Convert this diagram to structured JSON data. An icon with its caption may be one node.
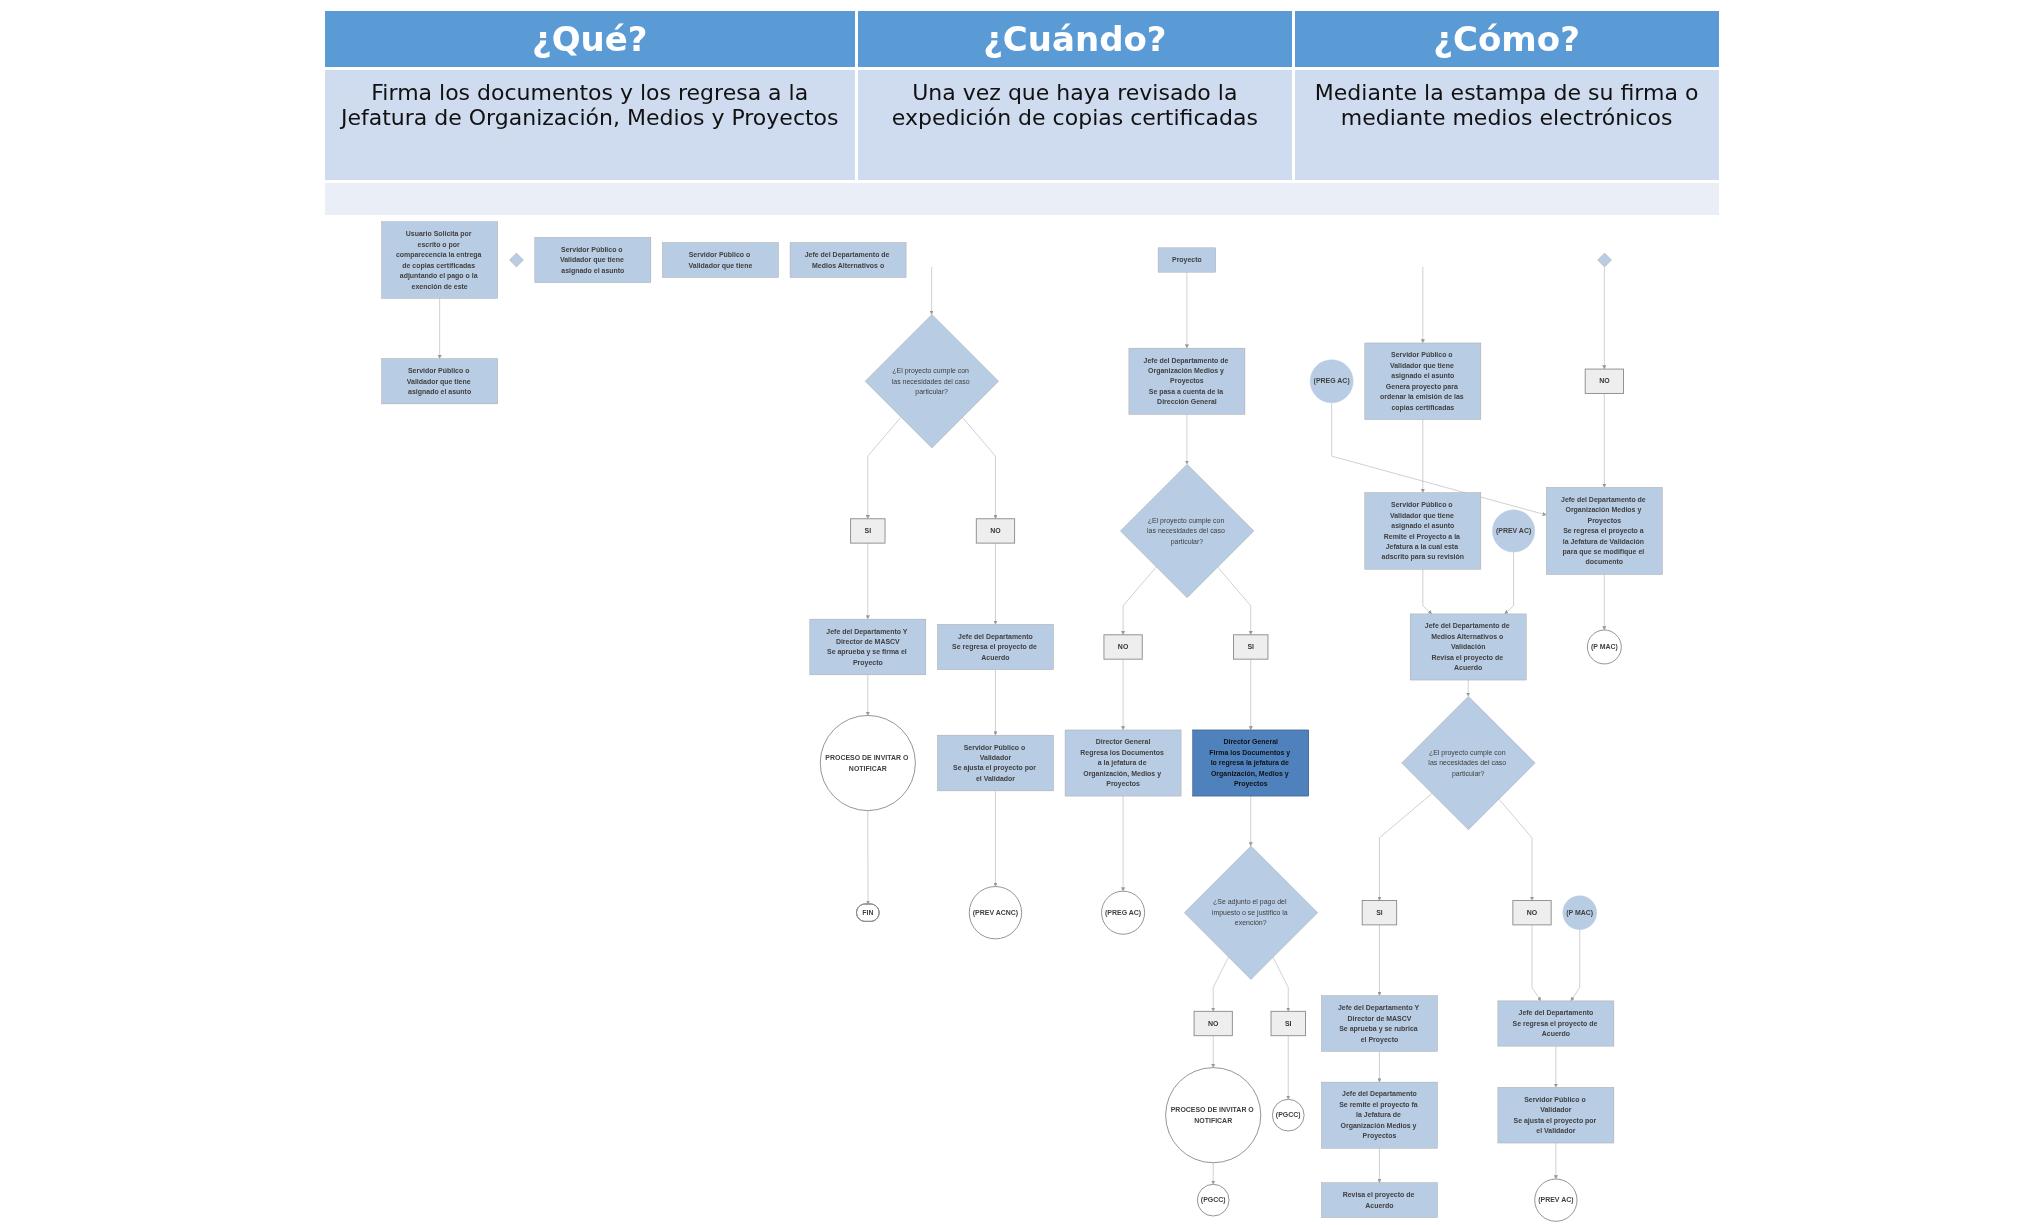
{
  "diagram": {
    "nodes": [
      {
        "text": [
          "Usuario Solicita por escrito o por comparecencia la entrega de copias certificadas adjuntando el pago o la exención de este"
        ]
      },
      {
        "text": [
          "Servidor Público o Validador que tiene asignado el asunto"
        ]
      },
      {
        "text": [],
        "shape": "diamond"
      },
      {
        "text": [
          "Servidor Público o Validador que tiene asignado el asunto"
        ]
      },
      {
        "text": [
          "Servidor Público o Validador que tiene"
        ]
      },
      {
        "text": [
          "Jefe del Departamento de Medios Alternativos o"
        ]
      },
      {
        "text": [
          "¿El proyecto cumple con las necesidades del caso particular?"
        ]
      },
      {
        "text": [
          "SI"
        ]
      },
      {
        "text": [
          "NO"
        ]
      },
      {
        "text": [
          "Jefe del Departamento Y Director de MASCV",
          "Se aprueba y se firma el Proyecto"
        ]
      },
      {
        "text": [
          "Jefe del Departamento",
          "Se regresa el proyecto de Acuerdo"
        ]
      },
      {
        "text": [
          "Servidor Público o Validador que tiene asignado el asunto",
          "Genera proyecto para ordenar la emisión de las copias certificadas"
        ]
      },
      {
        "text": [
          "Revisa el proyecto de Acuerdo"
        ]
      },
      {
        "text": [],
        "shape": "diamond"
      },
      {
        "text": [
          "Proyecto"
        ]
      },
      {
        "text": [
          "PROCESO DE INVITAR O NOTIFICAR"
        ]
      },
      {
        "text": [
          "Servidor Público o Validador",
          "Se ajusta el proyecto por el Validador"
        ]
      },
      {
        "text": [
          "(PREG AC)"
        ]
      },
      {
        "text": [
          "NO"
        ]
      },
      {
        "text": [
          "Jefe del Departamento de Organización Medios y Proyectos",
          "Se pasa a cuenta de la Dirección General"
        ]
      },
      {
        "text": [
          "Servidor Público o Validador que tiene asignado el asunto",
          "Remite el Proyecto a la Jefatura a la cual esta adscrito para su revisión"
        ]
      },
      {
        "text": [
          "Jefe del Departamento",
          "Se remite el proyecto fa la Jefatura de Organización Medios y Proyectos"
        ]
      },
      {
        "text": [
          "Jefe del Departamento de Organización Medios y Proyectos",
          "Se regresa el proyecto a la Jefatura de Validación para que se modifique el documento"
        ]
      },
      {
        "text": [
          "FIN"
        ]
      },
      {
        "text": [
          "(PREV AC)"
        ]
      },
      {
        "text": [
          "Jefe del Departamento de Medios Alternativos o Validación",
          "Revisa el proyecto de Acuerdo"
        ]
      },
      {
        "text": [
          "Jefe del Departamento Y Director de MASCV",
          "Se aprueba y se rubrica el Proyecto"
        ]
      },
      {
        "text": [
          "¿El proyecto cumple con las necesidades del caso particular?"
        ]
      },
      {
        "text": [
          "NO"
        ]
      },
      {
        "text": [
          "Director General",
          "Regresa los Documentos a la jefatura de Organización, Medios y Proyectos"
        ]
      },
      {
        "text": [
          "(PREG AC)"
        ]
      },
      {
        "text": [
          "(PREV ACNC)"
        ]
      },
      {
        "text": [
          "SI"
        ]
      },
      {
        "text": [
          "(P MAC)"
        ]
      },
      {
        "text": [
          "Director General",
          "Firma los Documentos y lo regresa la jefatura de Organización, Medios y Proyectos"
        ]
      },
      {
        "text": [
          "¿Se adjunto el pago del impuesto o se justifico la exención?"
        ]
      },
      {
        "text": [
          "NO"
        ]
      },
      {
        "text": [
          "PROCESO DE INVITAR O NOTIFICAR"
        ]
      },
      {
        "text": [
          "(PGCC)"
        ]
      },
      {
        "text": [
          "SI"
        ]
      },
      {
        "text": [
          "¿El proyecto cumple con las necesidades del caso particular?"
        ]
      },
      {
        "text": [
          "NO"
        ]
      },
      {
        "text": [
          "Jefe del Departamento",
          "Se regresa el proyecto de Acuerdo"
        ]
      },
      {
        "text": [
          "Servidor Público o Validador",
          "Se ajusta el proyecto por el Validador"
        ]
      },
      {
        "text": [
          "(PREV AC)"
        ]
      },
      {
        "text": [
          "SI"
        ]
      },
      {
        "text": [
          "(P MAC)"
        ]
      },
      {
        "text": [
          "(PGCC)"
        ]
      }
    ],
    "edges": [
      {
        "from": 0,
        "to": 1,
        "arrow": "to"
      },
      {
        "from": null,
        "to": 11,
        "arrow": "to"
      },
      {
        "from": 11,
        "to": 20,
        "arrow": "to"
      },
      {
        "from": 20,
        "to": 25,
        "arrow": "to"
      },
      {
        "from": 24,
        "to": 25,
        "arrow": "to"
      },
      {
        "from": 25,
        "to": 40,
        "arrow": "to"
      },
      {
        "from": 40,
        "to": 39,
        "arrow": "to"
      },
      {
        "from": 39,
        "to": 26,
        "arrow": "to"
      },
      {
        "from": 26,
        "to": 21,
        "arrow": "to"
      },
      {
        "from": 21,
        "to": 12,
        "arrow": "to"
      },
      {
        "from": 40,
        "to": 41,
        "arrow": "to"
      },
      {
        "from": 41,
        "to": 42,
        "arrow": "to"
      },
      {
        "from": 46,
        "to": 42,
        "arrow": "to"
      },
      {
        "from": 42,
        "to": 43,
        "arrow": "to"
      },
      {
        "from": 43,
        "to": 44,
        "arrow": "to"
      },
      {
        "from": 13,
        "to": 18,
        "arrow": "to"
      },
      {
        "from": 18,
        "to": 22,
        "arrow": "to"
      },
      {
        "from": 17,
        "to": 22,
        "arrow": "to"
      },
      {
        "from": 22,
        "to": 33,
        "arrow": "to"
      },
      {
        "from": 14,
        "to": 19,
        "arrow": "to"
      },
      {
        "from": 19,
        "to": 27,
        "arrow": "to"
      },
      {
        "from": 27,
        "to": 28,
        "arrow": "to"
      },
      {
        "from": 28,
        "to": 29,
        "arrow": "to"
      },
      {
        "from": 29,
        "to": 30,
        "arrow": "to"
      },
      {
        "from": 27,
        "to": 32,
        "arrow": "to"
      },
      {
        "from": 32,
        "to": 34,
        "arrow": "to"
      },
      {
        "from": 34,
        "to": 35,
        "arrow": "to"
      },
      {
        "from": 35,
        "to": 36,
        "arrow": "to"
      },
      {
        "from": 36,
        "to": 37,
        "arrow": "to"
      },
      {
        "from": 37,
        "to": 38,
        "arrow": "to"
      },
      {
        "from": 35,
        "to": 45,
        "arrow": "to"
      },
      {
        "from": 45,
        "to": 47,
        "arrow": "to"
      },
      {
        "from": null,
        "to": 6,
        "arrow": "to"
      },
      {
        "from": 6,
        "to": 7,
        "arrow": "to"
      },
      {
        "from": 6,
        "to": 8,
        "arrow": "to"
      },
      {
        "from": 7,
        "to": 9,
        "arrow": "to"
      },
      {
        "from": 8,
        "to": 10,
        "arrow": "to"
      },
      {
        "from": 9,
        "to": 15,
        "arrow": "to"
      },
      {
        "from": 15,
        "to": 23,
        "arrow": "to"
      },
      {
        "from": 10,
        "to": 16,
        "arrow": "to"
      },
      {
        "from": 16,
        "to": 31,
        "arrow": "to"
      }
    ],
    "labels": [
      "¿Qué?",
      "¿Cuándo?",
      "¿Cómo?",
      "Firma los documentos y los regresa a la Jefatura de Organización, Medios y Proyectos",
      "Una vez que haya revisado la expedición de copias certificadas",
      "Mediante la estampa de su firma o mediante medios electrónicos"
    ]
  }
}
